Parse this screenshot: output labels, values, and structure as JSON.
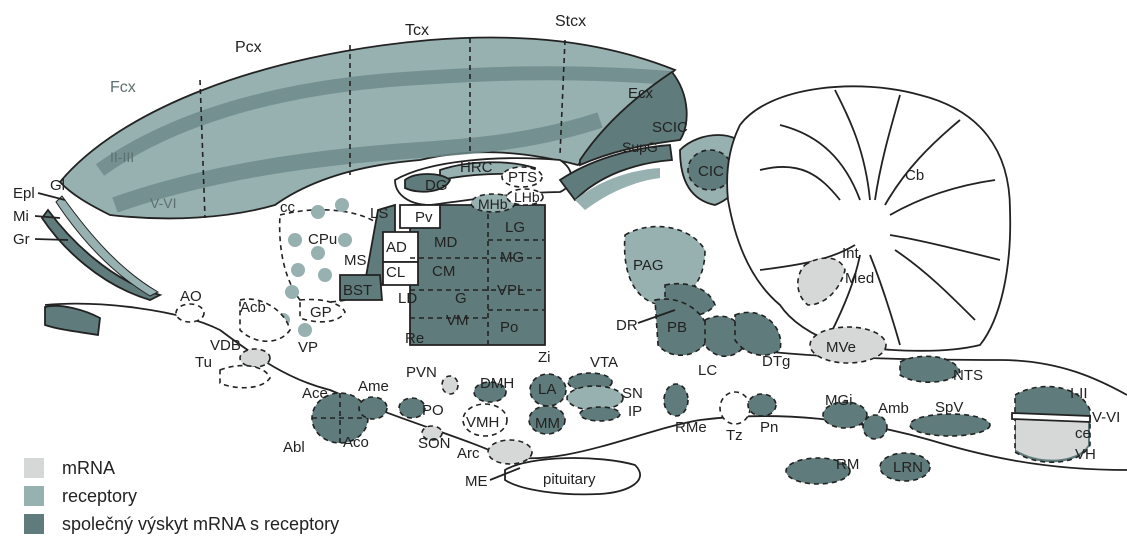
{
  "colors": {
    "mrna": "#d6d8d8",
    "receptors": "#97b0b0",
    "both": "#5f7b7b",
    "line": "#222222"
  },
  "cortex_labels": {
    "fcx": "Fcx",
    "pcx": "Pcx",
    "tcx": "Tcx",
    "stcx": "Stcx",
    "ecx": "Ecx",
    "layers_upper": "II-III",
    "layers_lower": "V-VI"
  },
  "regions": {
    "epl": "Epl",
    "gl": "Gl",
    "mi": "Mi",
    "gr": "Gr",
    "ao": "AO",
    "acb": "Acb",
    "vdb": "VDB",
    "tu": "Tu",
    "cpu": "CPu",
    "cc": "cc",
    "ls": "LS",
    "ms": "MS",
    "bst": "BST",
    "gp": "GP",
    "vp": "VP",
    "ad": "AD",
    "cl": "CL",
    "ld": "LD",
    "pv": "Pv",
    "md": "MD",
    "cm": "CM",
    "g": "G",
    "vm": "VM",
    "re": "Re",
    "hrc": "HRC",
    "dg": "DG",
    "pts": "PTS",
    "mhb": "MHb",
    "lhb": "LHb",
    "lg": "LG",
    "mg": "MG",
    "vpl": "VPL",
    "po": "Po",
    "zi": "Zi",
    "scic": "SCIC",
    "supg": "SupG",
    "cic": "CIC",
    "cb": "Cb",
    "int": "Int",
    "med": "Med",
    "pag": "PAG",
    "dr": "DR",
    "pb": "PB",
    "lc": "LC",
    "dtg": "DTg",
    "mve": "MVe",
    "nts": "NTS",
    "ace": "Ace",
    "ame": "Ame",
    "abl": "Abl",
    "aco": "Aco",
    "pvn": "PVN",
    "po_hyp": "PO",
    "son": "SON",
    "dmh": "DMH",
    "vmh": "VMH",
    "arc": "Arc",
    "me": "ME",
    "la": "LA",
    "mm": "MM",
    "vta": "VTA",
    "sn": "SN",
    "ip": "IP",
    "rme": "RMe",
    "tz": "Tz",
    "pn": "Pn",
    "mgi": "MGi",
    "amb": "Amb",
    "spv": "SpV",
    "rm": "RM",
    "lrn": "LRN",
    "pituitary": "pituitary",
    "sc_i_ii": "I-II",
    "sc_v_vi": "V-VI",
    "sc_ce": "ce",
    "sc_vh": "VH"
  },
  "legend": [
    {
      "label": "mRNA",
      "color": "#d6d8d8"
    },
    {
      "label": "receptory",
      "color": "#97b0b0"
    },
    {
      "label": "společný výskyt mRNA s receptory",
      "color": "#5f7b7b"
    }
  ]
}
